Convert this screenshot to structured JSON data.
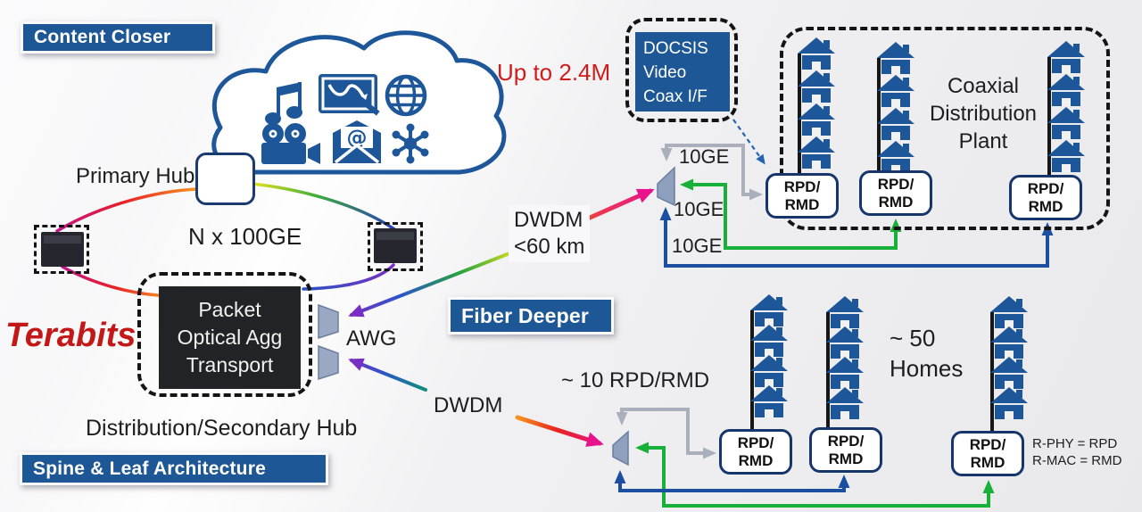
{
  "badges": {
    "content_closer": "Content Closer",
    "fiber_deeper": "Fiber Deeper",
    "spine_leaf": "Spine & Leaf Architecture"
  },
  "core": {
    "primary_hub": "Primary Hub",
    "ring_capacity": "N x 100GE",
    "terabits": "Terabits",
    "packet_box": {
      "line1": "Packet",
      "line2": "Optical Agg",
      "line3": "Transport"
    },
    "secondary_hub": "Distribution/Secondary Hub",
    "awg": "AWG"
  },
  "links": {
    "dwdm_top": {
      "line1": "DWDM",
      "line2": "<60 km"
    },
    "dwdm_bottom": "DWDM",
    "tenge_1": "10GE",
    "tenge_2": "10GE",
    "tenge_3": "10GE"
  },
  "access_top": {
    "capacity": "Up to 2.4M",
    "docsis": {
      "line1": "DOCSIS",
      "line2": "Video",
      "line3": "Coax I/F"
    },
    "plant": {
      "line1": "Coaxial",
      "line2": "Distribution",
      "line3": "Plant"
    }
  },
  "access_bottom": {
    "node_count": "~ 10 RPD/RMD",
    "homes": {
      "line1": "~ 50",
      "line2": "Homes"
    },
    "legend": {
      "line1": "R-PHY = RPD",
      "line2": "R-MAC = RMD"
    }
  },
  "rpd_label": {
    "line1": "RPD/",
    "line2": "RMD"
  },
  "icons": {
    "cloud": [
      "music-note",
      "whiteboard-pen",
      "globe",
      "video-camera",
      "email-at",
      "network-hub"
    ],
    "email_at_glyph": "@",
    "access": [
      "house",
      "awg-mux",
      "optical-splitter"
    ]
  },
  "colors": {
    "brand_blue": "#1e5796",
    "house_blue": "#1e5799",
    "line_gray": "#a9b0bc",
    "line_green": "#17b038",
    "line_blue": "#1d4fa0",
    "magenta": "#e8128c",
    "purple": "#7a2fc4",
    "red_text": "#cf1d1d",
    "ring_rainbow": [
      "#f7941d",
      "#e82127",
      "#c2138a",
      "#e6e41c",
      "#3aaa3c",
      "#2b3cbb",
      "#7a2fc4"
    ]
  }
}
